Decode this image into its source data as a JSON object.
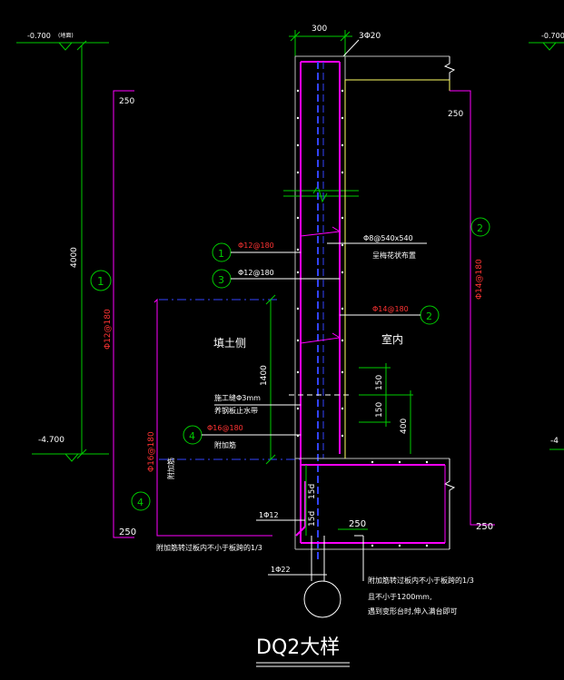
{
  "colors": {
    "background": "#000000",
    "dimension": "#00cc00",
    "rebar_main": "#ff00ff",
    "wall_outline": "#ffff66",
    "text_white": "#ffffff",
    "text_red": "#ff3333",
    "centerline": "#3344ff",
    "concrete": "#bbbbbb"
  },
  "levels": {
    "left_top_value": "-0.700",
    "left_top_note": "(地面)",
    "left_bottom_value": "-4.700",
    "right_top_value": "-0.700",
    "right_bottom_value": "-4"
  },
  "dimensions": {
    "wall_thickness": "300",
    "overall_height": "4000",
    "lap_length": "1400",
    "top_spacing": "150",
    "bottom_spacing": "150",
    "bottom_total": "400",
    "anchor_upper": "15d",
    "anchor_lower": "15d",
    "left_top_ext": "250",
    "left_bottom_ext": "250",
    "right_top_ext": "250",
    "right_bottom_ext": "250",
    "footing_ext": "250"
  },
  "callouts": [
    {
      "id": "1",
      "label": "1",
      "text": "Φ12@180",
      "color": "red"
    },
    {
      "id": "3",
      "label": "3",
      "text": "Φ12@180",
      "color": "white"
    },
    {
      "id": "2",
      "label": "2",
      "text": "Φ14@180",
      "color": "red"
    },
    {
      "id": "4",
      "label": "4",
      "text": "Φ16@180",
      "color": "red"
    }
  ],
  "side_markers": {
    "left_1": "1",
    "left_1_rebar": "Φ12@180",
    "right_2": "2",
    "right_2_rebar": "Φ14@180",
    "left_4": "4",
    "left_4_rebar": "Φ16@180",
    "left_4_note": "附加筋"
  },
  "labels": {
    "top_bars": "3Φ20",
    "tie_spec": "Φ8@540x540",
    "tie_note": "呈梅花状布置",
    "fill_side": "填土侧",
    "indoor": "室内",
    "waterstop_1": "施工缝Φ3mm",
    "waterstop_2": "养钢板止水带",
    "extra_bar": "附加筋",
    "corner_bar": "1Φ12",
    "bottom_bar": "1Φ22",
    "left_note": "附加筋转过板内不小于板跨的1/3",
    "right_note_1": "附加筋转过板内不小于板跨的1/3",
    "right_note_2": "且不小于1200mm,",
    "right_note_3": "遇到变形台时,伸入满台即可",
    "title": "DQ2大样"
  }
}
